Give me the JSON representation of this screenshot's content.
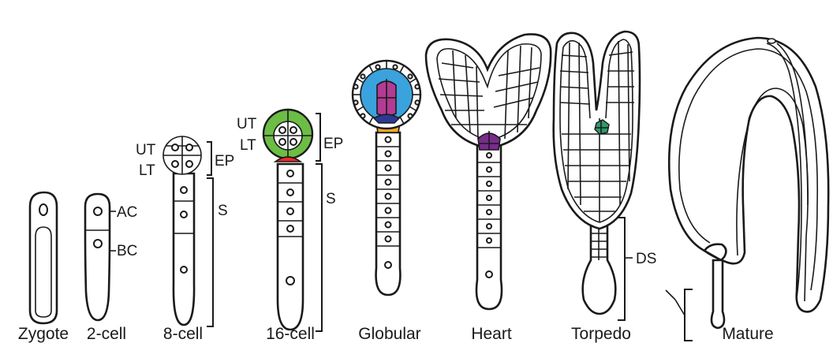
{
  "stages": [
    {
      "id": "zygote",
      "label": "Zygote"
    },
    {
      "id": "two-cell",
      "label": "2-cell"
    },
    {
      "id": "eight-cell",
      "label": "8-cell"
    },
    {
      "id": "sixteen-cell",
      "label": "16-cell"
    },
    {
      "id": "globular",
      "label": "Globular"
    },
    {
      "id": "heart",
      "label": "Heart"
    },
    {
      "id": "torpedo",
      "label": "Torpedo"
    },
    {
      "id": "mature",
      "label": "Mature"
    }
  ],
  "annotations": {
    "ac": "AC",
    "bc": "BC",
    "ut": "UT",
    "lt": "LT",
    "ep": "EP",
    "s": "S",
    "ds": "DS"
  },
  "colors": {
    "green": "#6cbd45",
    "red": "#ee2a24",
    "blue": "#3aa2dc",
    "magenta": "#b23b93",
    "orange": "#f7a823",
    "navy": "#2b3990",
    "purple": "#7a2b8c",
    "teal": "#2e9b6a"
  }
}
